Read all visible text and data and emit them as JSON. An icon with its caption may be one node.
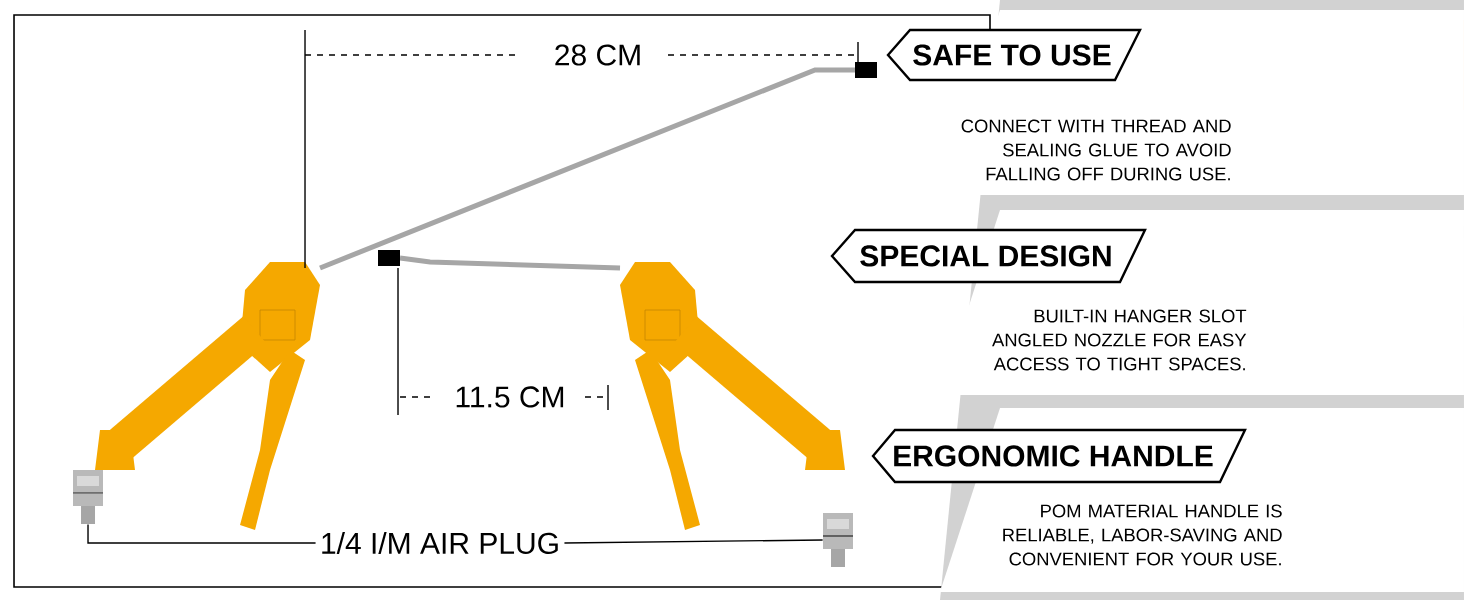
{
  "diagram": {
    "nodes": [
      {
        "text": [
          "1/4 I/M AIR PLUG"
        ]
      },
      {
        "text": [],
        "shape": "picture"
      },
      {
        "text": [],
        "shape": "picture"
      },
      {
        "text": [
          "SAFE TO USE",
          "CONNECT WITH THREAD AND SEALING GLUE TO AVOID FALLING OFF DURING USE."
        ]
      },
      {
        "text": [
          "SPECIAL DESIGN",
          "BUILT-IN HANGER SLOT ANGLED NOZZLE FOR EASY ACCESS TO TIGHT SPACES."
        ]
      },
      {
        "text": [
          "ERGONOMIC HANDLE",
          "POM MATERIAL HANDLE IS RELIABLE, LABOR-SAVING AND CONVENIENT FOR YOUR USE."
        ]
      }
    ],
    "edges": [
      {
        "from": 0,
        "to": 1,
        "arrow": "none"
      },
      {
        "from": 0,
        "to": 2,
        "arrow": "none"
      }
    ],
    "labels": [
      "28 CM",
      "11.5 CM"
    ]
  }
}
